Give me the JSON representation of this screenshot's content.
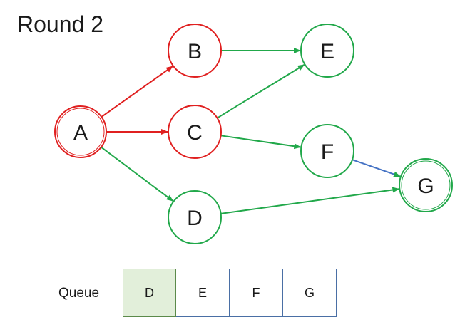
{
  "title": "Round 2",
  "colors": {
    "visited": "#e02020",
    "frontier": "#21a84a",
    "highlight": "#4472c4",
    "queue_head_fill": "#e2efda"
  },
  "nodes": [
    {
      "id": "A",
      "label": "A",
      "state": "visited",
      "double": true
    },
    {
      "id": "B",
      "label": "B",
      "state": "visited",
      "double": false
    },
    {
      "id": "C",
      "label": "C",
      "state": "visited",
      "double": false
    },
    {
      "id": "D",
      "label": "D",
      "state": "frontier",
      "double": false
    },
    {
      "id": "E",
      "label": "E",
      "state": "frontier",
      "double": false
    },
    {
      "id": "F",
      "label": "F",
      "state": "frontier",
      "double": false
    },
    {
      "id": "G",
      "label": "G",
      "state": "frontier",
      "double": true
    }
  ],
  "edges": [
    {
      "from": "A",
      "to": "B",
      "color": "visited"
    },
    {
      "from": "A",
      "to": "C",
      "color": "visited"
    },
    {
      "from": "A",
      "to": "D",
      "color": "frontier"
    },
    {
      "from": "B",
      "to": "E",
      "color": "frontier"
    },
    {
      "from": "C",
      "to": "E",
      "color": "frontier"
    },
    {
      "from": "C",
      "to": "F",
      "color": "frontier"
    },
    {
      "from": "F",
      "to": "G",
      "color": "highlight"
    },
    {
      "from": "D",
      "to": "G",
      "color": "frontier"
    }
  ],
  "queue": {
    "label": "Queue",
    "items": [
      "D",
      "E",
      "F",
      "G"
    ]
  }
}
